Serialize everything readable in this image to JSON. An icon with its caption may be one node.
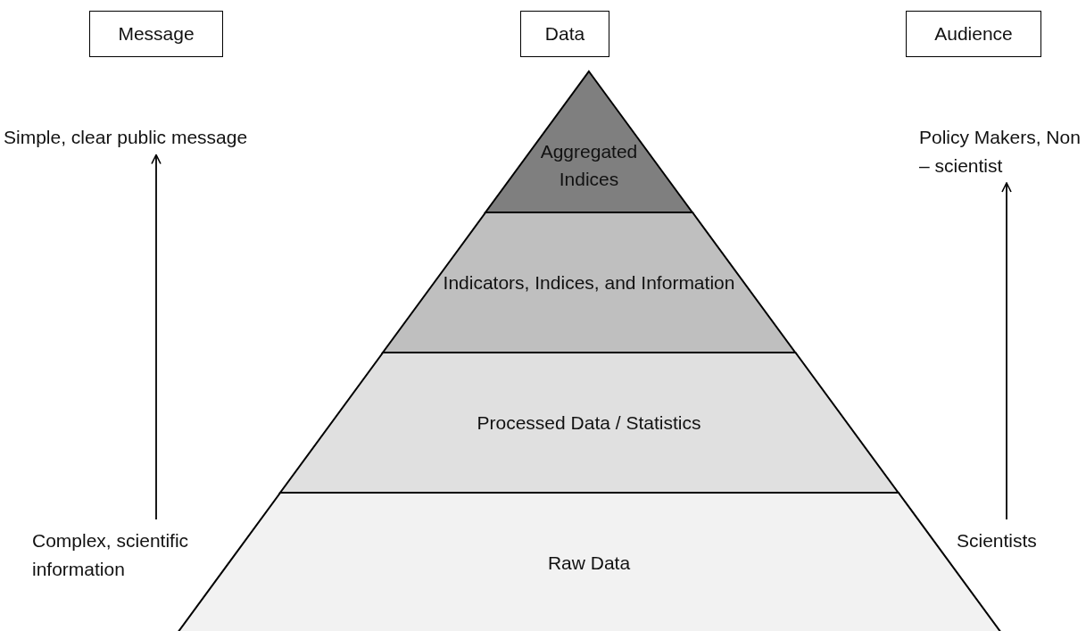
{
  "diagram": {
    "nodes": [
      {
        "text": [
          "Message"
        ]
      },
      {
        "text": [
          "Data"
        ]
      },
      {
        "text": [
          "Audience"
        ]
      },
      {
        "text": [
          "Simple, clear public message"
        ]
      },
      {
        "text": [
          "Complex, scientific information"
        ]
      },
      {
        "text": [
          "Policy Makers, Non – scientist"
        ]
      },
      {
        "text": [
          "Scientists"
        ]
      },
      {
        "text": [
          "Aggregated Indices"
        ]
      },
      {
        "text": [
          "Indicators, Indices, and Information"
        ]
      },
      {
        "text": [
          "Processed Data / Statistics"
        ]
      },
      {
        "text": [
          "Raw Data"
        ]
      }
    ],
    "edges": [
      {
        "from": 4,
        "to": 3,
        "arrow": "to"
      },
      {
        "from": 6,
        "to": 5,
        "arrow": "to"
      }
    ]
  }
}
